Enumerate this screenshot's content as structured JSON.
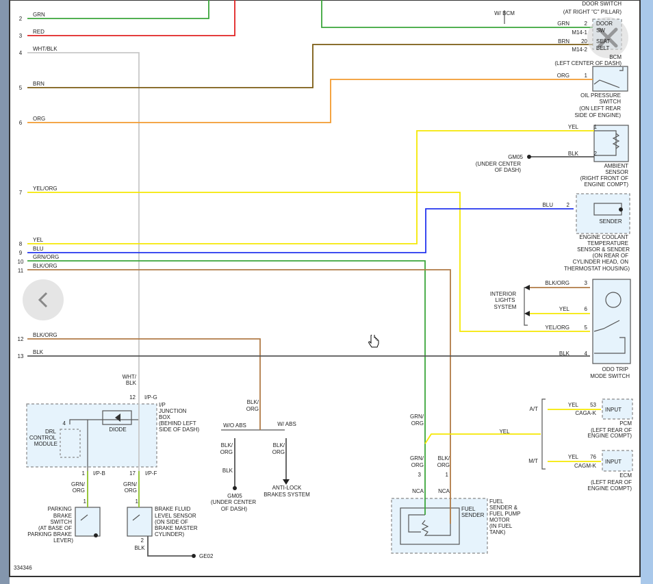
{
  "viewer": {
    "close_icon": "close-icon",
    "prev_icon": "chevron-left-icon",
    "cursor_icon": "hand-pointer-icon"
  },
  "colors": {
    "grn": "#3aa53a",
    "red": "#e02020",
    "wht_blk": "#c8c8c8",
    "brn": "#7a5a10",
    "org": "#f39a2e",
    "yel": "#f5e800",
    "blu": "#2233ee",
    "blk": "#555555",
    "blk_org": "#b07a45",
    "box_fill": "#e6f3fc"
  },
  "diagram_id": "334346",
  "wires_left": {
    "n2": "2",
    "c2": "GRN",
    "n3": "3",
    "c3": "RED",
    "n4": "4",
    "c4": "WHT/BLK",
    "n5": "5",
    "c5": "BRN",
    "n6": "6",
    "c6": "ORG",
    "n7": "7",
    "c7": "YEL/ORG",
    "n8": "8",
    "c8": "YEL",
    "n9": "9",
    "c9": "BLU",
    "n10": "10",
    "c10": "GRN/ORG",
    "n11": "11",
    "c11": "BLK/ORG",
    "n12": "12",
    "c12": "BLK/ORG",
    "n13": "13",
    "c13": "BLK"
  },
  "labels": {
    "door_sw_title": "DOOR SWITCH",
    "door_sw_loc": "(AT RIGHT \"C\" PILLAR)",
    "w_bcm": "W/ BCM",
    "bcm_grn": "GRN",
    "bcm_pin2": "2",
    "bcm_m141": "M14-1",
    "bcm_brn": "BRN",
    "bcm_pin20": "20",
    "bcm_m142": "M14-2",
    "bcm_door": "DOOR",
    "bcm_sw": "SW",
    "bcm_seat": "SEAT",
    "bcm_belt": "BELT",
    "bcm": "BCM",
    "bcm_loc": "(LEFT CENTER OF DASH)",
    "oil_org": "ORG",
    "oil_pin": "1",
    "oil_1": "OIL PRESSURE",
    "oil_2": "SWITCH",
    "oil_3": "(ON LEFT REAR",
    "oil_4": "SIDE OF ENGINE)",
    "amb_yel": "YEL",
    "amb_pin1": "1",
    "amb_blk": "BLK",
    "amb_pin2": "2",
    "gm05_a": "GM05",
    "gm05_a1": "(UNDER CENTER",
    "gm05_a2": "OF DASH)",
    "amb_1": "AMBIENT",
    "amb_2": "SENSOR",
    "amb_3": "(RIGHT FRONT OF",
    "amb_4": "ENGINE COMPT)",
    "ect_blu": "BLU",
    "ect_pin": "2",
    "ect_sender": "SENDER",
    "ect_1": "ENGINE COOLANT",
    "ect_2": "TEMPERATURE",
    "ect_3": "SENSOR & SENDER",
    "ect_4": "(ON REAR OF",
    "ect_5": "CYLINDER HEAD, ON",
    "ect_6": "THERMOSTAT HOUSING)",
    "il_1": "INTERIOR",
    "il_2": "LIGHTS",
    "il_3": "SYSTEM",
    "odo_blkorg": "BLK/ORG",
    "odo_pin3": "3",
    "odo_yel": "YEL",
    "odo_pin6": "6",
    "odo_yelorg": "YEL/ORG",
    "odo_pin5": "5",
    "odo_blk": "BLK",
    "odo_pin4": "4",
    "odo_1": "ODO TRIP",
    "odo_2": "MODE SWITCH",
    "jb_wht": "WHT/",
    "jb_blk": "BLK",
    "jb_pin12": "12",
    "jb_ipg": "I/P-G",
    "jb_1": "I/P",
    "jb_2": "JUNCTION",
    "jb_3": "BOX",
    "jb_4": "(BEHIND LEFT",
    "jb_5": "SIDE OF DASH)",
    "diode": "DIODE",
    "drl_pin": "4",
    "drl_1": "DRL",
    "drl_2": "CONTROL",
    "drl_3": "MODULE",
    "jb_pin1": "1",
    "jb_ipb": "I/P-B",
    "jb_pin17": "17",
    "jb_ipf": "I/P-F",
    "pb_grn": "GRN/",
    "pb_org": "ORG",
    "bf_grn": "GRN/",
    "bf_org": "ORG",
    "pb_pin": "1",
    "bf_pin": "1",
    "pb_1": "PARKING",
    "pb_2": "BRAKE",
    "pb_3": "SWITCH",
    "pb_4": "(AT BASE OF",
    "pb_5": "PARKING BRAKE",
    "pb_6": "LEVER)",
    "bf_1": "BRAKE FLUID",
    "bf_2": "LEVEL SENSOR",
    "bf_3": "(ON SIDE OF",
    "bf_4": "BRAKE MASTER",
    "bf_5": "CYLINDER)",
    "bf_pin2": "2",
    "bf_blk": "BLK",
    "ge02": "GE02",
    "abs_blk": "BLK/",
    "abs_org": "ORG",
    "wo_abs": "W/O ABS",
    "w_abs": "W/ ABS",
    "wo_blk": "BLK/",
    "wo_org": "ORG",
    "wo_blk2": "BLK",
    "gm05_b": "GM05",
    "gm05_b1": "(UNDER CENTER",
    "gm05_b2": "OF DASH)",
    "w_blk": "BLK/",
    "w_org": "ORG",
    "abs_1": "ANTI-LOCK",
    "abs_2": "BRAKES SYSTEM",
    "fs_grn1": "GRN/",
    "fs_org1": "ORG",
    "fs_yel": "YEL",
    "fs_grn2": "GRN/",
    "fs_org2": "ORG",
    "fs_blk": "BLK/",
    "fs_org3": "ORG",
    "fs_pin3": "3",
    "fs_pin1": "1",
    "fs_nca1": "NCA",
    "fs_nca2": "NCA",
    "fs_in1": "FUEL",
    "fs_in2": "SENDER",
    "fs_1": "FUEL",
    "fs_2": "SENDER &",
    "fs_3": "FUEL PUMP",
    "fs_4": "MOTOR",
    "fs_5": "(IN FUEL",
    "fs_6": "TANK)",
    "at": "A/T",
    "pcm_yel": "YEL",
    "pcm_pin": "53",
    "pcm_conn": "CAGA-K",
    "pcm_input": "INPUT",
    "pcm": "PCM",
    "pcm_1": "(LEFT REAR OF",
    "pcm_2": "ENGINE COMPT)",
    "mt": "M/T",
    "ecm_yel": "YEL",
    "ecm_pin": "76",
    "ecm_conn": "CAGM-K",
    "ecm_input": "INPUT",
    "ecm": "ECM",
    "ecm_1": "(LEFT REAR OF",
    "ecm_2": "ENGINE COMPT)"
  }
}
